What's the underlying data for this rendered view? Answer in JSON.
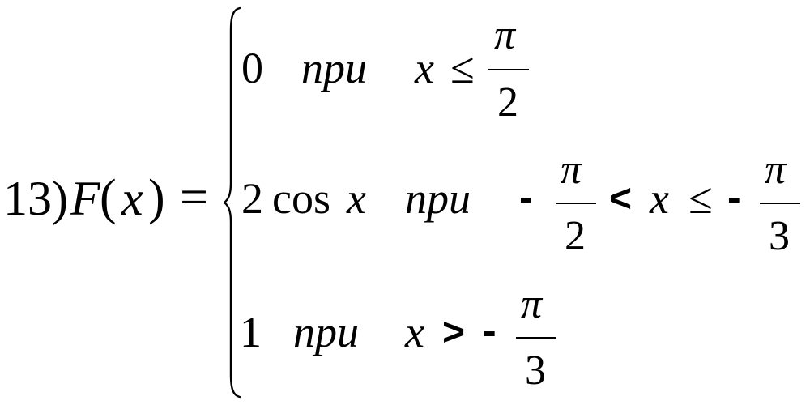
{
  "formula": {
    "label": "13)",
    "func": "F",
    "lparen": "(",
    "arg": "x",
    "rparen": ")",
    "equals": "=",
    "cases": [
      {
        "value": "0",
        "condition_word": "npu",
        "var": "x",
        "relation": "≤",
        "fraction": {
          "num": "π",
          "den": "2"
        }
      },
      {
        "value_coef": "2",
        "value_func": "cos",
        "value_var": "x",
        "condition_word": "npu",
        "lower_sign": "-",
        "lower_fraction": {
          "num": "π",
          "den": "2"
        },
        "lower_relation": "<",
        "var": "x",
        "upper_relation": "≤",
        "upper_sign": "-",
        "upper_fraction": {
          "num": "π",
          "den": "3"
        }
      },
      {
        "value": "1",
        "condition_word": "npu",
        "var": "x",
        "relation": ">",
        "sign": "-",
        "fraction": {
          "num": "π",
          "den": "3"
        }
      }
    ]
  }
}
